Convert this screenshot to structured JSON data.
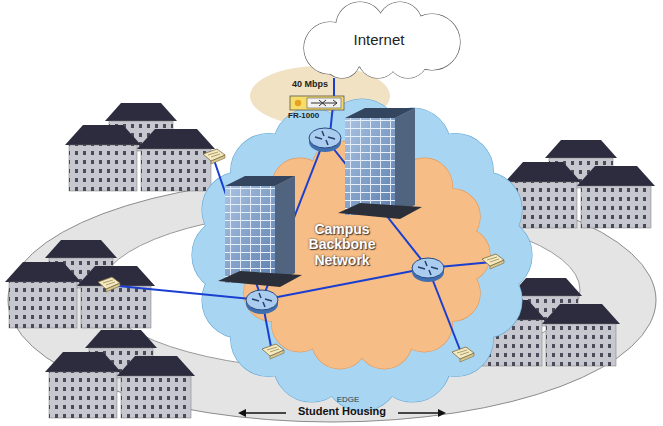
{
  "diagram": {
    "nodes": [
      {
        "text": [
          "Internet"
        ]
      },
      {
        "text": [
          "Campus Backbone Network"
        ]
      }
    ],
    "edges": [
      {
        "from": 0,
        "to": 1,
        "arrow": "none"
      }
    ],
    "labels": [
      "40 Mbps",
      "FR-1000",
      "EDGE",
      "Student Housing"
    ]
  }
}
